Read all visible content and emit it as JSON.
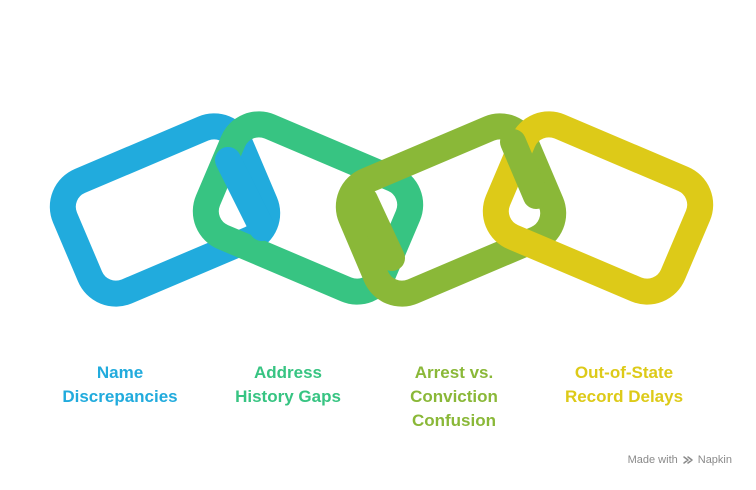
{
  "links": [
    {
      "label_lines": [
        "Name",
        "Discrepancies"
      ],
      "color": "#21ABDD"
    },
    {
      "label_lines": [
        "Address",
        "History Gaps"
      ],
      "color": "#37C482"
    },
    {
      "label_lines": [
        "Arrest vs.",
        "Conviction",
        "Confusion"
      ],
      "color": "#8AB838"
    },
    {
      "label_lines": [
        "Out-of-State",
        "Record Delays"
      ],
      "color": "#DDCA18"
    }
  ],
  "credit": {
    "prefix": "Made with",
    "brand": "Napkin"
  }
}
